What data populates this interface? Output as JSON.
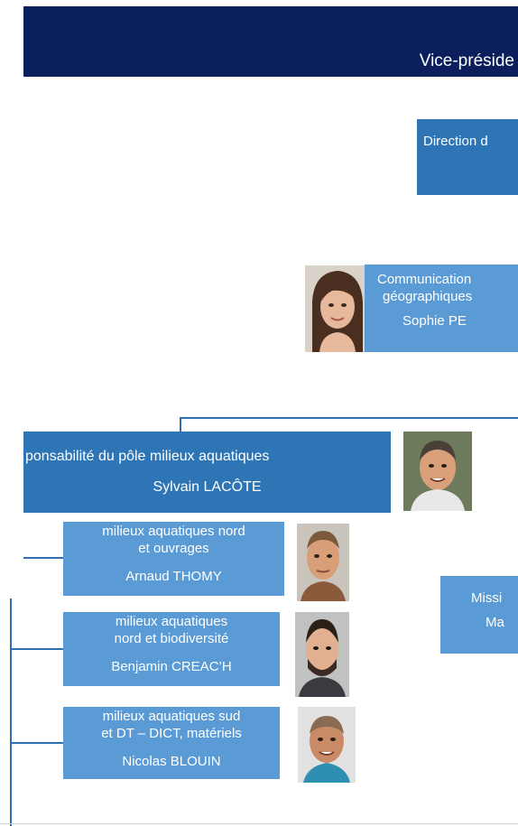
{
  "header": {
    "title": "Vice-préside"
  },
  "direction": {
    "label": "Direction d"
  },
  "communication": {
    "line1": "Communication",
    "line2": "géographiques",
    "name": "Sophie PE"
  },
  "pole": {
    "title": "ponsabilité du pôle milieux aquatiques",
    "name": "Sylvain LACÔTE"
  },
  "members": [
    {
      "line1": "milieux aquatiques nord",
      "line2": "et ouvrages",
      "name": "Arnaud THOMY"
    },
    {
      "line1": "milieux aquatiques",
      "line2": "nord et biodiversité",
      "name": "Benjamin CREAC’H"
    },
    {
      "line1": "milieux aquatiques sud",
      "line2": "et DT – DICT, matériels",
      "name": "Nicolas BLOUIN"
    }
  ],
  "mission": {
    "line1": "Missi",
    "line2": "Ma"
  },
  "colors": {
    "header": "#0a1f5c",
    "box_dark": "#2e75b6",
    "box_light": "#5b9bd5",
    "connector": "#2e6fb4"
  },
  "icons": [
    "photo-sophie",
    "photo-sylvain",
    "photo-arnaud",
    "photo-benjamin",
    "photo-nicolas"
  ]
}
